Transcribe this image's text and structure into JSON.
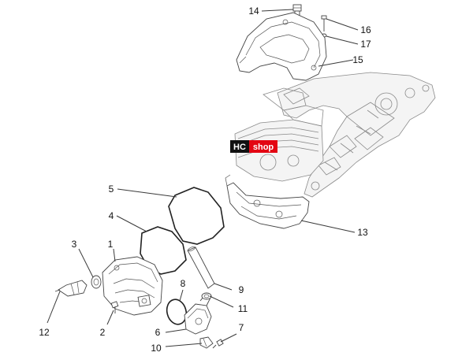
{
  "callouts": {
    "n1": "1",
    "n2": "2",
    "n3": "3",
    "n4": "4",
    "n5": "5",
    "n6": "6",
    "n7": "7",
    "n8": "8",
    "n9": "9",
    "n10": "10",
    "n11": "11",
    "n12": "12",
    "n13": "13",
    "n14": "14",
    "n15": "15",
    "n16": "16",
    "n17": "17"
  },
  "logo": {
    "hc": "HC",
    "shop": "shop"
  },
  "colors": {
    "logo_red": "#e30613",
    "logo_black": "#111111",
    "lines": "#3a3a3a"
  }
}
